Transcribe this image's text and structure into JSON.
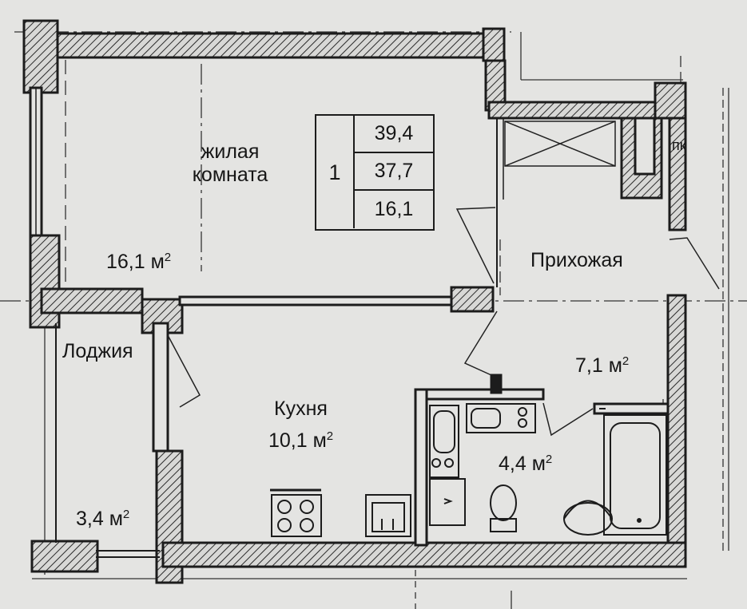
{
  "plan": {
    "rooms": {
      "living": {
        "name_line1": "жилая",
        "name_line2": "комната",
        "area": "16,1 м",
        "unit_sup": "2"
      },
      "loggia": {
        "name": "Лоджия",
        "area": "3,4 м",
        "unit_sup": "2"
      },
      "kitchen": {
        "name": "Кухня",
        "area": "10,1 м",
        "unit_sup": "2"
      },
      "hall": {
        "name": "Прихожая",
        "area": "7,1 м",
        "unit_sup": "2"
      },
      "bathroom": {
        "area": "4,4 м",
        "unit_sup": "2"
      }
    },
    "shaft_label": "пк",
    "stats": {
      "rooms": "1",
      "total_area": "39,4",
      "area_no_loggia": "37,7",
      "living_area": "16,1"
    },
    "colors": {
      "wall": "#1c1c1c",
      "hatch": "#3a3a3a",
      "paper": "#e4e4e2"
    },
    "icons": [
      "stove-icon",
      "sink-icon",
      "washing-machine-icon",
      "toilet-icon",
      "washbasin-icon",
      "bathtub-icon",
      "door-icon"
    ]
  }
}
